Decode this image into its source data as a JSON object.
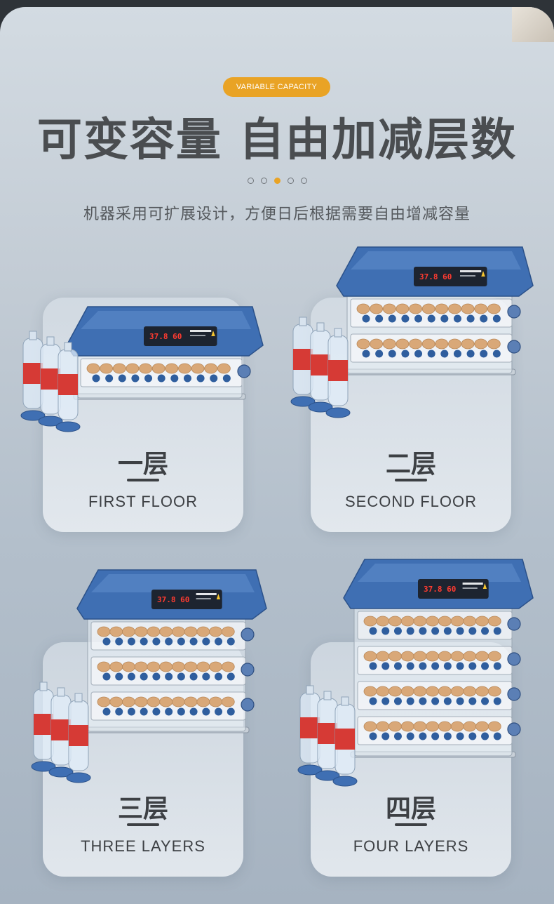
{
  "badge": "VARIABLE CAPACITY",
  "headline": "可变容量 自由加减层数",
  "pager": {
    "count": 5,
    "active_index": 2
  },
  "subtitle": "机器采用可扩展设计，方便日后根据需要自由增减容量",
  "display_reading": "37.8 60",
  "colors": {
    "accent": "#e9a325",
    "lid": "#3f6fb3",
    "water": "#d63a35",
    "text": "#3d4044"
  },
  "cards": [
    {
      "cn": "一层",
      "en": "FIRST FLOOR",
      "layers": 1
    },
    {
      "cn": "二层",
      "en": "SECOND FLOOR",
      "layers": 2
    },
    {
      "cn": "三层",
      "en": "THREE LAYERS",
      "layers": 3
    },
    {
      "cn": "四层",
      "en": "FOUR LAYERS",
      "layers": 4
    }
  ]
}
